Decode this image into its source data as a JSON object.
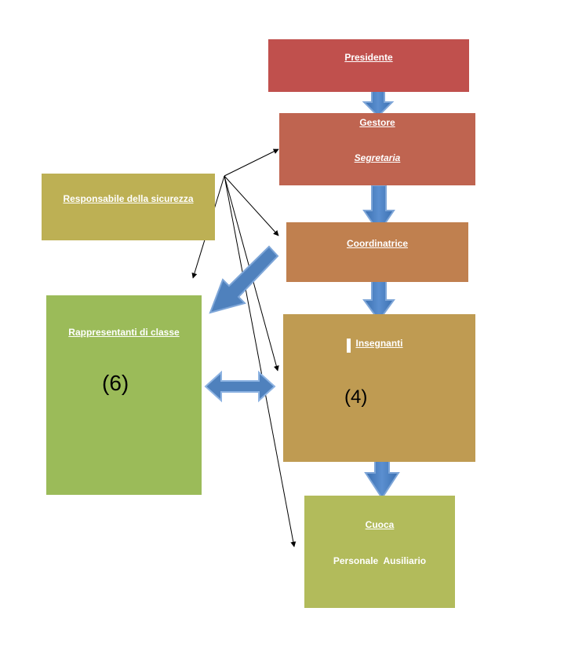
{
  "nodes": {
    "presidente": {
      "label": "Presidente",
      "color": "#c0504d"
    },
    "gestore": {
      "label": "Gestore",
      "sublabel": "Segretaria",
      "color": "#bf6450"
    },
    "coordinatrice": {
      "label": "Coordinatrice",
      "color": "#c0804f"
    },
    "insegnanti": {
      "label": "Insegnanti",
      "count": "(4)",
      "color": "#bf9b52"
    },
    "cuoca": {
      "label": "Cuoca",
      "sublabel": "Personale  Ausiliario",
      "color": "#b2bb5b"
    },
    "responsabile": {
      "label": "Responsabile della sicurezza",
      "color": "#bdb054"
    },
    "rappresentanti": {
      "label": "Rappresentanti di classe",
      "count": "(6)",
      "color": "#9bbb59"
    }
  },
  "colors": {
    "arrow_fill": "#4f81bd",
    "arrow_highlight": "#8db3e2",
    "line": "#000000"
  }
}
